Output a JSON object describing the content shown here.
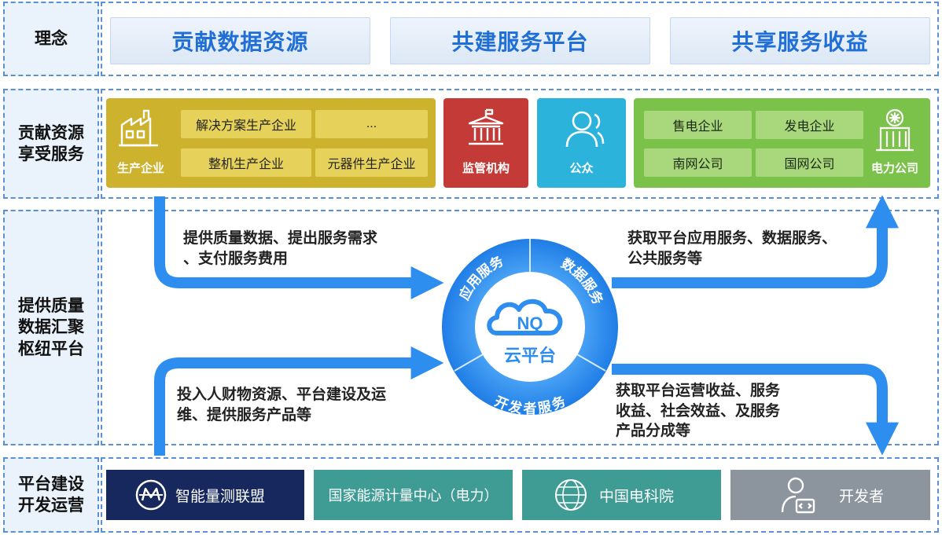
{
  "rows": {
    "idea": "理念",
    "contribute": [
      "贡献资源",
      "享受服务"
    ],
    "hub": [
      "提供质量",
      "数据汇聚",
      "枢纽平台"
    ],
    "build": [
      "平台建设",
      "开发运营"
    ]
  },
  "ideas": [
    "贡献数据资源",
    "共建服务平台",
    "共享服务收益"
  ],
  "production": {
    "label": "生产企业",
    "cells": [
      "解决方案生产企业",
      "...",
      "整机生产企业",
      "元器件生产企业"
    ]
  },
  "regulator": {
    "label": "监管机构"
  },
  "public": {
    "label": "公众"
  },
  "power": {
    "label": "电力公司",
    "cells": [
      "售电企业",
      "发电企业",
      "南网公司",
      "国网公司"
    ]
  },
  "flows": {
    "top_left": [
      "提供质量数据、提出服务需求",
      "、支付服务费用"
    ],
    "top_right": [
      "获取平台应用服务、数据服务、",
      "公共服务等"
    ],
    "bottom_left": [
      "投入人财物资源、平台建设及运",
      "维、提供服务产品等"
    ],
    "bottom_right": [
      "获取平台运营收益、服务",
      "收益、社会效益、及服务",
      "产品分成等"
    ]
  },
  "cloud": {
    "center_label": "云平台",
    "logo_text": "NQ",
    "segments": [
      "应用服务",
      "数据服务",
      "开发者服务"
    ]
  },
  "bottom": [
    {
      "label": "智能量测联盟",
      "color": "#17285e"
    },
    {
      "label": "国家能源计量中心（电力）",
      "color": "#3e9c94"
    },
    {
      "label": "中国电科院",
      "color": "#3e9c94"
    },
    {
      "label": "开发者",
      "color": "#8c949d"
    }
  ],
  "colors": {
    "arrow": "#2e8ef0",
    "ring": "#2f8ff0",
    "yellow": "#cdb22e",
    "red": "#c43a37",
    "cyan": "#2bb3dc",
    "green": "#7bc24a"
  }
}
